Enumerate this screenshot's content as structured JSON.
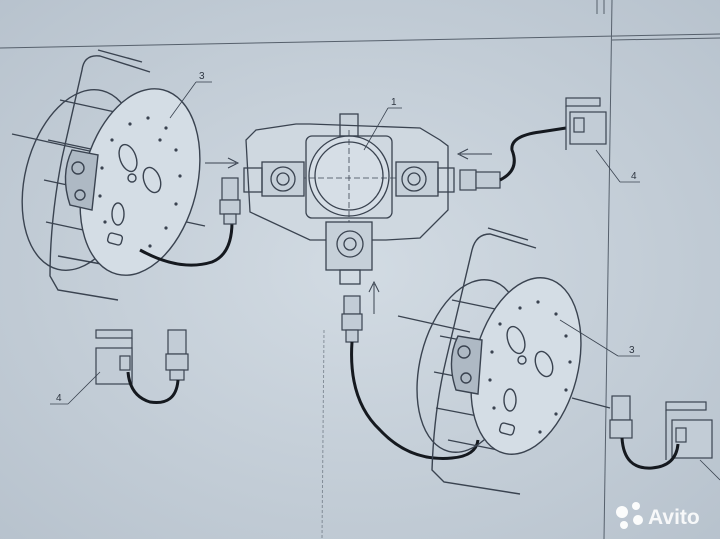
{
  "callouts": {
    "junction_box": "1",
    "reel_top_left": "3",
    "reel_bottom_right": "3",
    "clamp_top_right": "4",
    "clamp_left": "4"
  },
  "watermark": {
    "brand": "Avito",
    "icon": "avito-logo-icon"
  },
  "colors": {
    "paper": "#c9d3dc",
    "line": "#3a4350",
    "cable": "#15191f"
  }
}
